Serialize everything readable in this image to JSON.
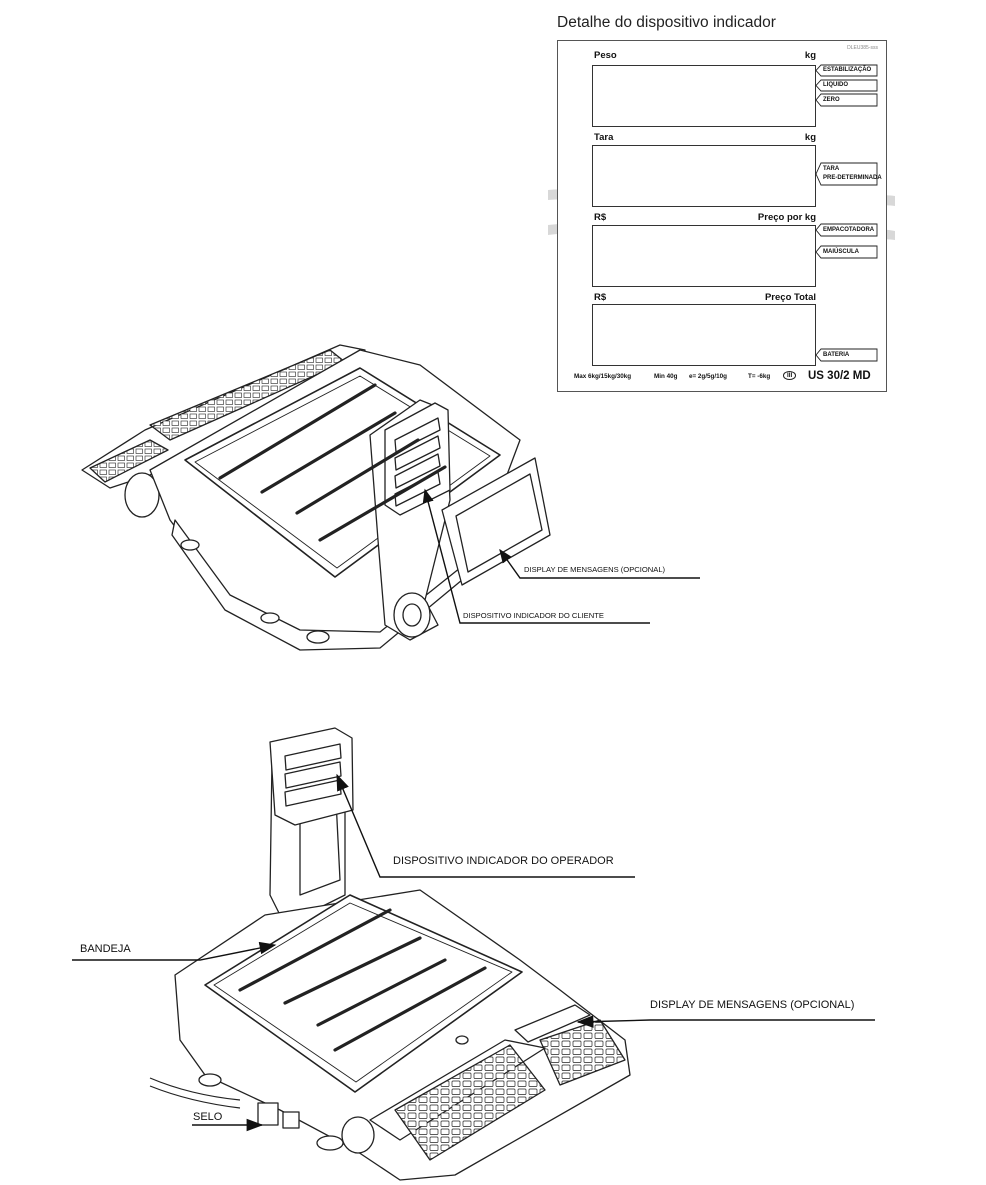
{
  "detail": {
    "title": "Detalhe do dispositivo indicador",
    "model_code": "DLEU385-sss",
    "fields": [
      {
        "label": "Peso",
        "unit": "kg"
      },
      {
        "label": "Tara",
        "unit": "kg"
      },
      {
        "label": "R$",
        "unit": "Preço por kg"
      },
      {
        "label": "R$",
        "unit": "Preço Total"
      }
    ],
    "tags": {
      "estabilizacao": "ESTABILIZAÇÃO",
      "liquido": "LIQUIDO",
      "zero": "ZERO",
      "tara_line1": "TARA",
      "tara_line2": "PRE-DETERMINADA",
      "empacotadora": "EMPACOTADORA",
      "maiuscula": "MAIÚSCULA",
      "bateria": "BATERIA"
    },
    "specs": {
      "max": "Max 6kg/15kg/30kg",
      "min": "Min 40g",
      "e": "e= 2g/5g/10g",
      "t": "T= -6kg",
      "class": "III",
      "model": "US 30/2 MD"
    }
  },
  "callouts": {
    "display_top": "DISPLAY DE MENSAGENS (OPCIONAL)",
    "cliente": "DISPOSITIVO INDICADOR DO CLIENTE",
    "operador": "DISPOSITIVO INDICADOR DO OPERADOR",
    "bandeja": "BANDEJA",
    "display_bottom": "DISPLAY DE MENSAGENS (OPCIONAL)",
    "selo": "SELO"
  }
}
